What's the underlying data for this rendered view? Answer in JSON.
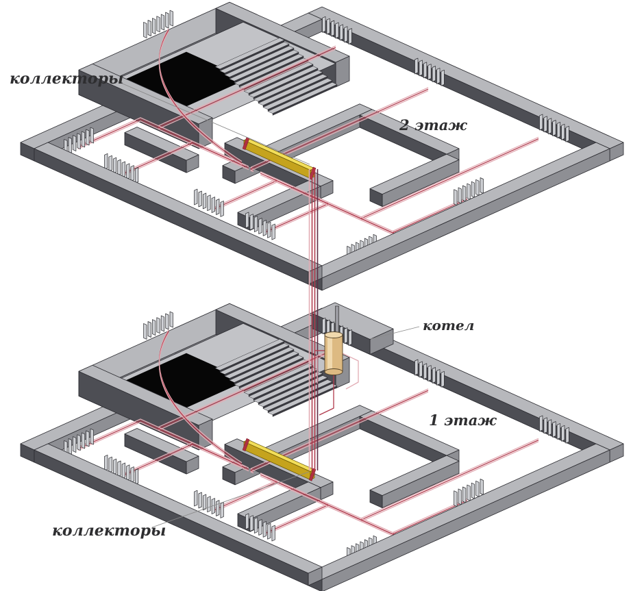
{
  "diagram": {
    "type": "isometric-two-floor-heating-layout",
    "labels": {
      "collectors_upper": "коллекторы",
      "collectors_lower": "коллекторы",
      "floor_2": "2 этаж",
      "floor_1": "1 этаж",
      "boiler": "котел"
    },
    "colors": {
      "background": "#ffffff",
      "wall_top": "#b7b8bc",
      "wall_side_mid": "#8e8f94",
      "wall_side_dark": "#4d4e54",
      "wall_outline": "#2b2b30",
      "stair_platform": "#c2c3c7",
      "stair_riser": "#3b3b41",
      "stair_void": "#060606",
      "radiator_fin": "#ced0d4",
      "radiator_outline": "#2a2a2e",
      "pipe_supply": "#b03a4c",
      "pipe_return": "#e2acb4",
      "pipe_dark": "#5f2d44",
      "collector_top": "#f2de5a",
      "collector_side": "#c5a31d",
      "collector_outline": "#6b5800",
      "collector_cap": "#b03040",
      "boiler_body": "#ddba82",
      "boiler_light": "#f0d9ae",
      "boiler_outline": "#55442a",
      "chimney": "#9a9aa0",
      "leader_line": "#8a8a8a"
    }
  }
}
